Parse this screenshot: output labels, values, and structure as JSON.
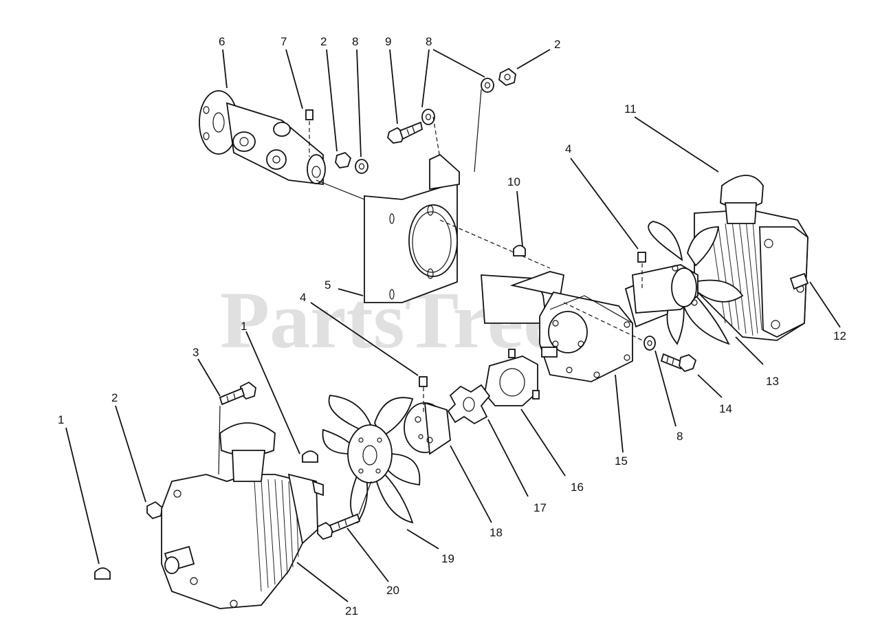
{
  "watermark": "PartsTree",
  "callouts": [
    {
      "id": "c-top-6",
      "text": "6"
    },
    {
      "id": "c-top-7",
      "text": "7"
    },
    {
      "id": "c-top-2a",
      "text": "2"
    },
    {
      "id": "c-top-8a",
      "text": "8"
    },
    {
      "id": "c-top-9",
      "text": "9"
    },
    {
      "id": "c-top-8b",
      "text": "8"
    },
    {
      "id": "c-top-2b",
      "text": "2"
    },
    {
      "id": "c-11",
      "text": "11"
    },
    {
      "id": "c-4a",
      "text": "4"
    },
    {
      "id": "c-10",
      "text": "10"
    },
    {
      "id": "c-5",
      "text": "5"
    },
    {
      "id": "c-12",
      "text": "12"
    },
    {
      "id": "c-13",
      "text": "13"
    },
    {
      "id": "c-14",
      "text": "14"
    },
    {
      "id": "c-8c",
      "text": "8"
    },
    {
      "id": "c-15",
      "text": "15"
    },
    {
      "id": "c-16",
      "text": "16"
    },
    {
      "id": "c-17",
      "text": "17"
    },
    {
      "id": "c-18",
      "text": "18"
    },
    {
      "id": "c-4b",
      "text": "4"
    },
    {
      "id": "c-1a",
      "text": "1"
    },
    {
      "id": "c-3",
      "text": "3"
    },
    {
      "id": "c-2c",
      "text": "2"
    },
    {
      "id": "c-1b",
      "text": "1"
    },
    {
      "id": "c-19",
      "text": "19"
    },
    {
      "id": "c-20",
      "text": "20"
    },
    {
      "id": "c-21",
      "text": "21"
    }
  ]
}
